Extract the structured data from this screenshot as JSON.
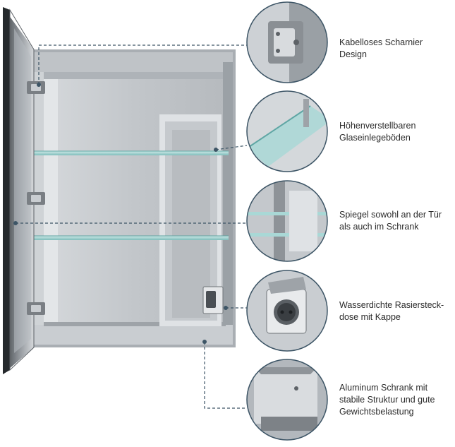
{
  "features": [
    {
      "lines": [
        "Kabelloses Scharnier Design"
      ]
    },
    {
      "lines": [
        "Höhenverstellbaren",
        "Glaseinlegeböden"
      ]
    },
    {
      "lines": [
        "Spiegel sowohl an der Tür",
        "als auch im Schrank"
      ]
    },
    {
      "lines": [
        "Wasserdichte Rasiersteck-",
        "dose mit Kappe"
      ]
    },
    {
      "lines": [
        "Aluminum Schrank mit",
        "stabile Struktur und gute",
        "Gewichtsbelastung"
      ]
    }
  ],
  "colors": {
    "connector": "#3d5566",
    "frame": "#8c9297",
    "glass": "#9fd4d2",
    "mirror": "#c7cbcf"
  }
}
